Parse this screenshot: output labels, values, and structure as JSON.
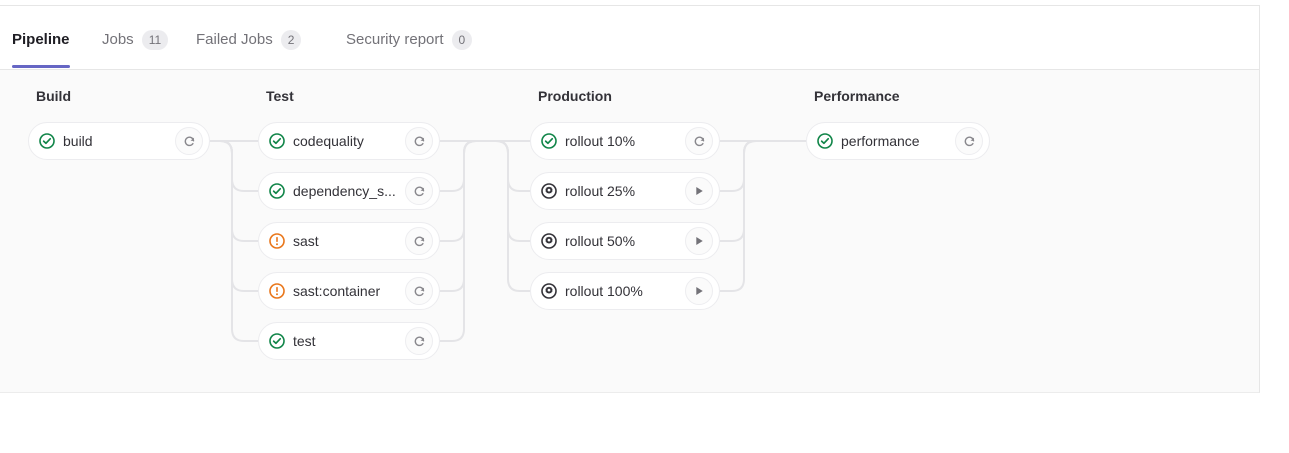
{
  "tabs": [
    {
      "label": "Pipeline",
      "count": null,
      "active": true,
      "name": "tab-pipeline"
    },
    {
      "label": "Jobs",
      "count": "11",
      "active": false,
      "name": "tab-jobs"
    },
    {
      "label": "Failed Jobs",
      "count": "2",
      "active": false,
      "name": "tab-failed-jobs"
    },
    {
      "label": "Security report",
      "count": "0",
      "active": false,
      "name": "tab-security-report"
    }
  ],
  "colors": {
    "active_tab_underline": "#6666c4",
    "success": "#108548",
    "warning": "#e9761a",
    "manual": "#333238",
    "connector": "#e4e4e7",
    "graph_background": "#fafafa"
  },
  "stages": [
    {
      "title": "Build",
      "jobs": [
        {
          "name": "build",
          "status": "success",
          "action": "retry"
        }
      ]
    },
    {
      "title": "Test",
      "jobs": [
        {
          "name": "codequality",
          "status": "success",
          "action": "retry"
        },
        {
          "name": "dependency_s...",
          "status": "success",
          "action": "retry"
        },
        {
          "name": "sast",
          "status": "warning",
          "action": "retry"
        },
        {
          "name": "sast:container",
          "status": "warning",
          "action": "retry"
        },
        {
          "name": "test",
          "status": "success",
          "action": "retry"
        }
      ]
    },
    {
      "title": "Production",
      "jobs": [
        {
          "name": "rollout 10%",
          "status": "success",
          "action": "retry"
        },
        {
          "name": "rollout 25%",
          "status": "manual",
          "action": "play"
        },
        {
          "name": "rollout 50%",
          "status": "manual",
          "action": "play"
        },
        {
          "name": "rollout 100%",
          "status": "manual",
          "action": "play"
        }
      ]
    },
    {
      "title": "Performance",
      "jobs": [
        {
          "name": "performance",
          "status": "success",
          "action": "retry"
        }
      ]
    }
  ],
  "icons": {
    "status_success": "status-success-icon",
    "status_warning": "status-warning-icon",
    "status_manual": "status-manual-icon",
    "action_retry": "retry-icon",
    "action_play": "play-icon"
  }
}
